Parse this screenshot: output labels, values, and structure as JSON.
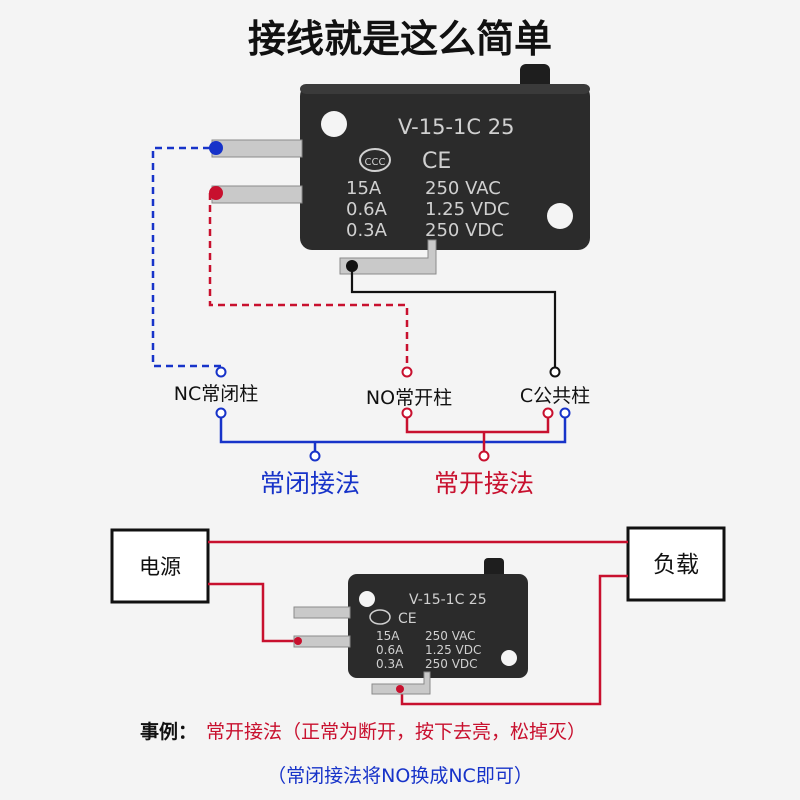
{
  "title": "接线就是这么简单",
  "switch": {
    "model": "V-15-1C 25",
    "ratings": [
      {
        "current": "15A",
        "voltage": "250 VAC"
      },
      {
        "current": "0.6A",
        "voltage": "1.25 VDC"
      },
      {
        "current": "0.3A",
        "voltage": "250 VDC"
      }
    ],
    "cert_mark": "CE"
  },
  "terminals": {
    "nc": "NC常闭柱",
    "no": "NO常开柱",
    "c": "C公共柱"
  },
  "modes": {
    "nc": "常闭接法",
    "no": "常开接法"
  },
  "example": {
    "power": "电源",
    "load": "负载",
    "prefix": "事例：",
    "description": "常开接法（正常为断开，按下去亮，松掉灭）",
    "note": "（常闭接法将NO换成NC即可）"
  },
  "colors": {
    "blue": "#1733c9",
    "red": "#c8102e",
    "black": "#111111",
    "switch_body": "#2b2b2b",
    "switch_text": "#d0d0d0"
  },
  "icon_names": [
    "ccc-certification-icon",
    "ce-mark-icon",
    "wire-terminal-dot"
  ]
}
